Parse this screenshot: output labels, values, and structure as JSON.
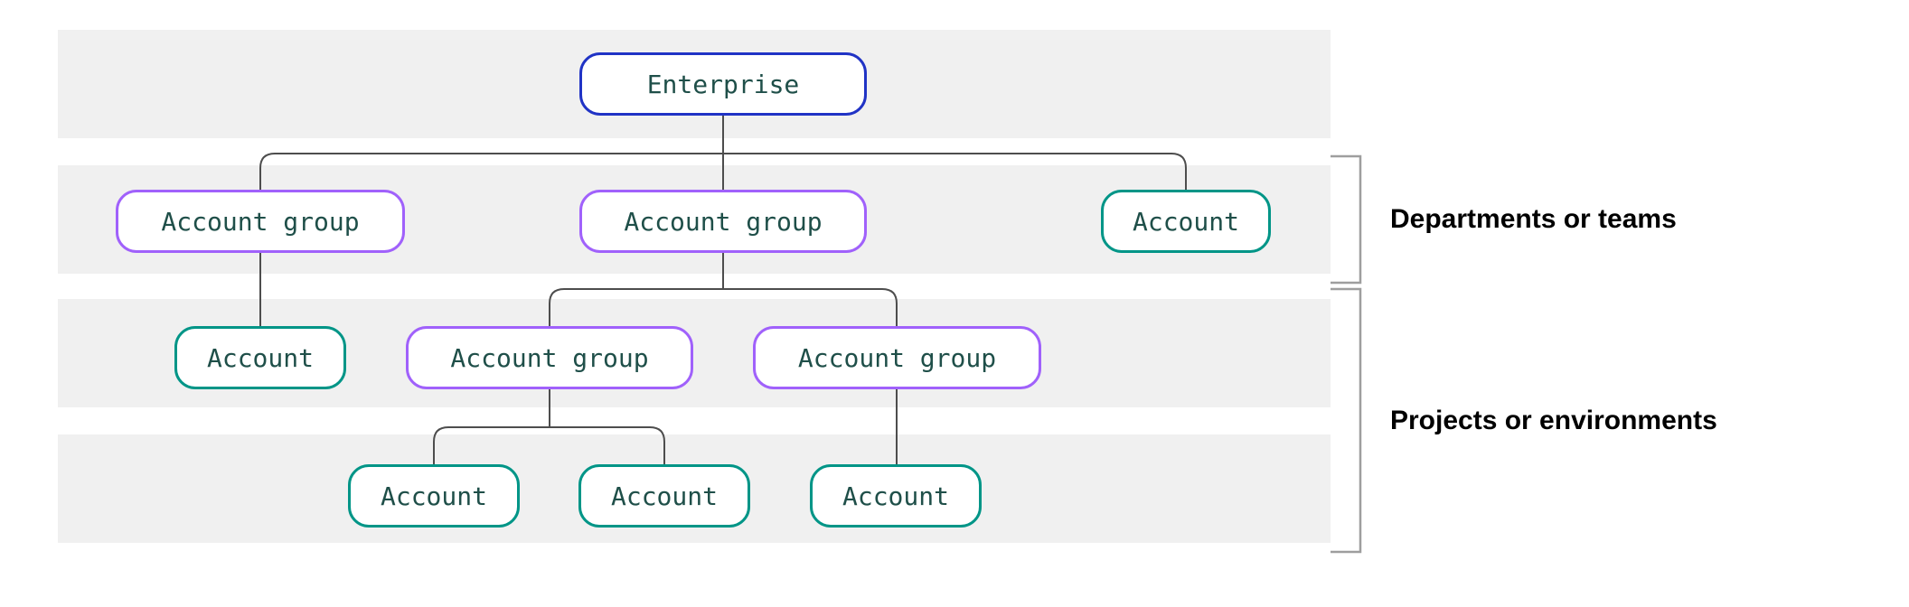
{
  "diagram": {
    "description": "Enterprise account hierarchy diagram",
    "nodes": [
      {
        "id": "enterprise",
        "label": "Enterprise",
        "type": "enterprise",
        "level": 1
      },
      {
        "id": "account-group-1",
        "label": "Account group",
        "type": "account-group",
        "level": 2
      },
      {
        "id": "account-group-2",
        "label": "Account group",
        "type": "account-group",
        "level": 2
      },
      {
        "id": "account-1",
        "label": "Account",
        "type": "account",
        "level": 2
      },
      {
        "id": "account-2",
        "label": "Account",
        "type": "account",
        "level": 3
      },
      {
        "id": "account-group-3",
        "label": "Account group",
        "type": "account-group",
        "level": 3
      },
      {
        "id": "account-group-4",
        "label": "Account group",
        "type": "account-group",
        "level": 3
      },
      {
        "id": "account-3",
        "label": "Account",
        "type": "account",
        "level": 4
      },
      {
        "id": "account-4",
        "label": "Account",
        "type": "account",
        "level": 4
      },
      {
        "id": "account-5",
        "label": "Account",
        "type": "account",
        "level": 4
      }
    ],
    "annotations": [
      {
        "label": "Departments or teams",
        "levels_spanned": [
          2
        ]
      },
      {
        "label": "Projects or environments",
        "levels_spanned": [
          3,
          4
        ]
      }
    ],
    "colors": {
      "enterprise_border": "#2033c5",
      "account_group_border": "#a061fb",
      "account_border": "#009587",
      "node_text": "#1f4f49",
      "connector_line": "#4d4d4d",
      "bracket_line": "#9e9e9e",
      "level_band_background": "#f0f0f0",
      "annotation_text": "#000000",
      "page_background": "#ffffff"
    }
  }
}
